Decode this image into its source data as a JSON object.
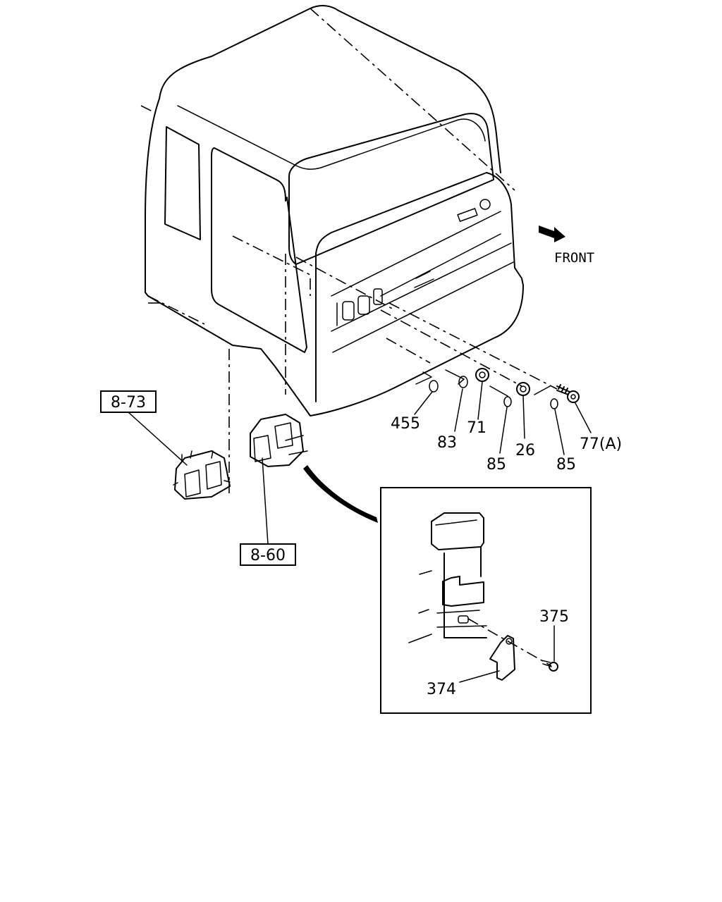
{
  "direction_label": "FRONT",
  "references": {
    "ref_a": "8-73",
    "ref_b": "8-60"
  },
  "callouts": {
    "p455": "455",
    "p83": "83",
    "p71": "71",
    "p85a": "85",
    "p26": "26",
    "p85b": "85",
    "p77a": "77(A)",
    "p375": "375",
    "p374": "374"
  }
}
